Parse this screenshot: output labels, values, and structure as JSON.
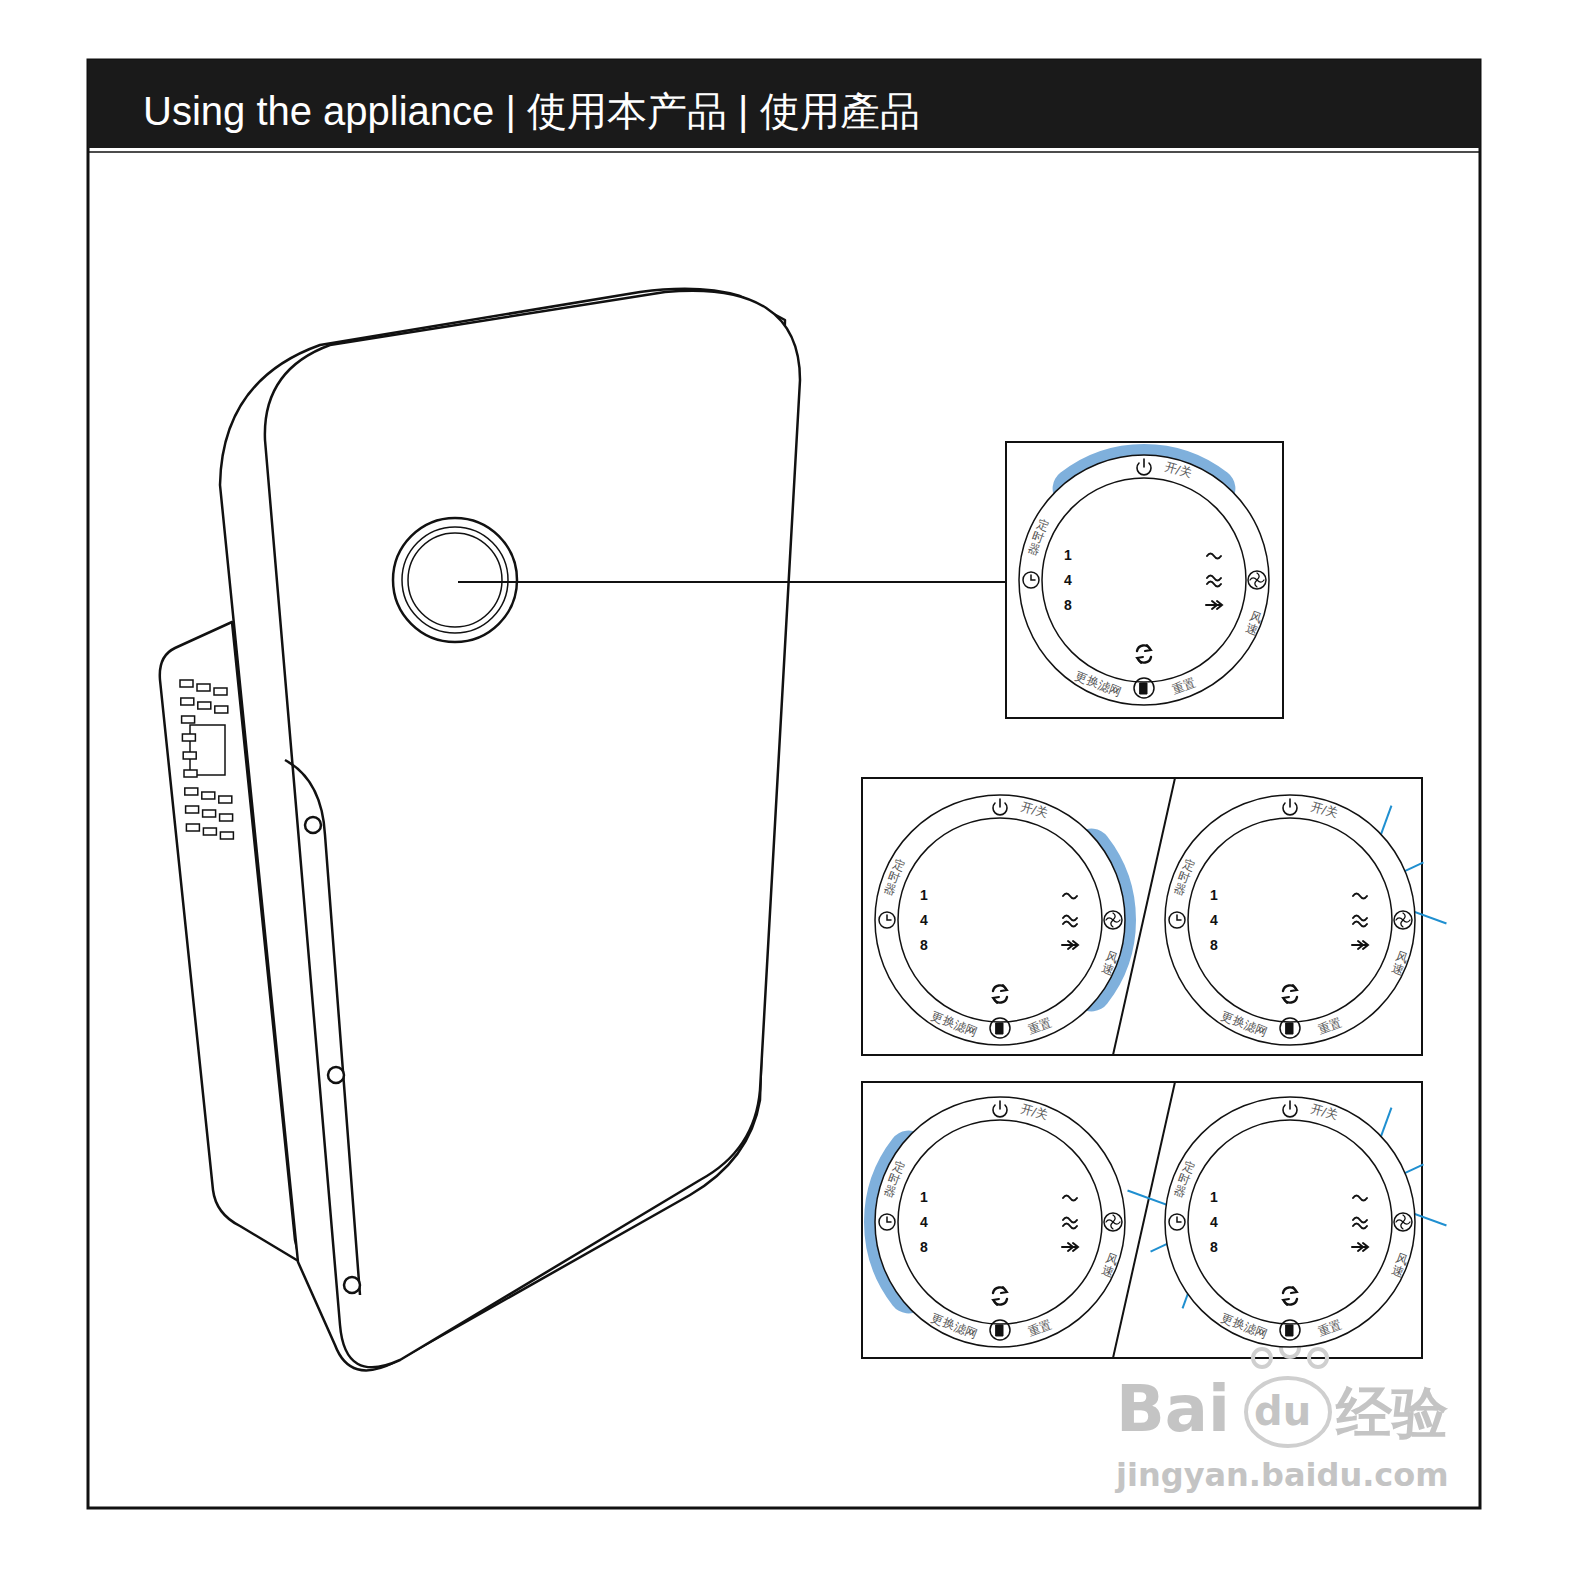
{
  "diagram": {
    "title": "Using the appliance | 使用本产品 | 使用產品",
    "nodes": [
      {
        "text": [
          "开/关",
          "定时器",
          "1",
          "4",
          "8",
          "风速",
          "更换滤网",
          "重置"
        ]
      },
      {
        "text": [
          "开/关",
          "定时器",
          "1",
          "4",
          "8",
          "风速",
          "更换滤网",
          "重置"
        ]
      },
      {
        "text": [
          "开/关",
          "定时器",
          "1",
          "4",
          "8",
          "风速",
          "更换滤网",
          "重置"
        ]
      },
      {
        "text": [
          "开/关",
          "定时器",
          "1",
          "4",
          "8",
          "风速",
          "更换滤网",
          "重置"
        ]
      },
      {
        "text": [
          "开/关",
          "定时器",
          "1",
          "4",
          "8",
          "风速",
          "更换滤网",
          "重置"
        ]
      }
    ],
    "labels": [
      "Bai",
      "du",
      "经验",
      "jingyan.baidu.com"
    ]
  }
}
